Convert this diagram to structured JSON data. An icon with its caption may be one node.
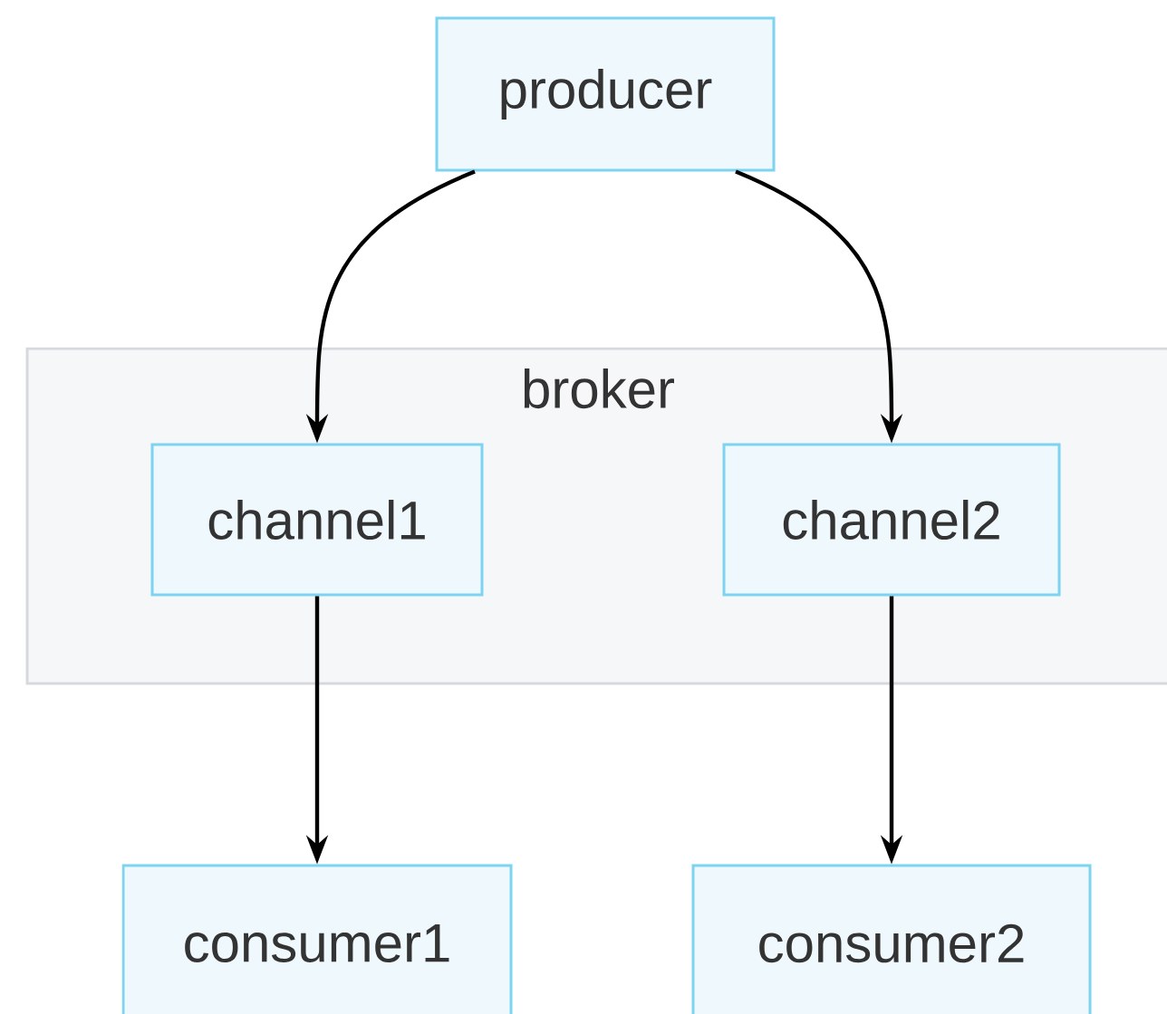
{
  "diagram": {
    "nodes": [
      {
        "text": [
          "producer"
        ]
      },
      {
        "text": [
          "broker"
        ]
      },
      {
        "text": [
          "channel1"
        ],
        "in": 1
      },
      {
        "text": [
          "channel2"
        ],
        "in": 1
      },
      {
        "text": [
          "consumer1"
        ]
      },
      {
        "text": [
          "consumer2"
        ]
      }
    ],
    "edges": [
      {
        "from": 0,
        "to": 2,
        "arrow": "to"
      },
      {
        "from": 0,
        "to": 3,
        "arrow": "to"
      },
      {
        "from": 2,
        "to": 4,
        "arrow": "to"
      },
      {
        "from": 3,
        "to": 5,
        "arrow": "to"
      }
    ]
  }
}
